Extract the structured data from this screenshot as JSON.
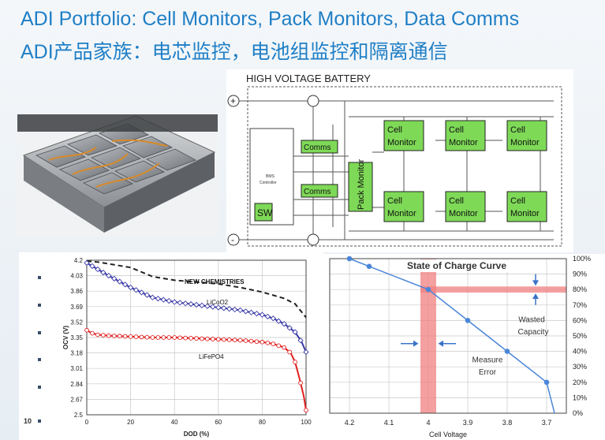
{
  "slide": {
    "title_en": "ADI Portfolio: Cell Monitors, Pack Monitors, Data Comms",
    "title_cn": "ADI产品家族：电芯监控，电池组监控和隔离通信",
    "page_number": "10"
  },
  "diagram": {
    "title": "HIGH VOLTAGE BATTERY",
    "plus": "+",
    "minus": "-",
    "bms_line1": "BMS",
    "bms_line2": "Controller",
    "comms": "Comms",
    "sw": "SW",
    "pack_monitor": "Pack Monitor",
    "cell_line1": "Cell",
    "cell_line2": "Monitor",
    "block_color": "#7ed957"
  },
  "chart_data": [
    {
      "type": "line",
      "xlabel": "DOD (%)",
      "ylabel": "OCV (V)",
      "xlim": [
        0,
        100
      ],
      "ylim": [
        2.5,
        4.2
      ],
      "x_ticks": [
        "0",
        "20",
        "40",
        "60",
        "80",
        "100"
      ],
      "y_ticks": [
        "4.2",
        "4.03",
        "3.86",
        "3.69",
        "3.52",
        "3.35",
        "3.18",
        "3.01",
        "2.84",
        "2.67",
        "2.5"
      ],
      "grid": true,
      "series": [
        {
          "name": "NEW CHEMISTRIES",
          "color": "#222222",
          "style": "dashed",
          "x": [
            0,
            5,
            10,
            20,
            30,
            40,
            50,
            60,
            70,
            80,
            90,
            95,
            100
          ],
          "y": [
            4.19,
            4.18,
            4.16,
            4.12,
            4.02,
            3.98,
            3.96,
            3.94,
            3.9,
            3.85,
            3.78,
            3.72,
            3.57
          ]
        },
        {
          "name": "LiCoO2",
          "color": "#3a3aa8",
          "style": "diamond",
          "x": [
            0,
            5,
            10,
            20,
            30,
            40,
            50,
            60,
            70,
            80,
            85,
            90,
            95,
            98,
            100
          ],
          "y": [
            4.17,
            4.1,
            4.03,
            3.9,
            3.79,
            3.74,
            3.71,
            3.68,
            3.65,
            3.6,
            3.56,
            3.5,
            3.41,
            3.3,
            3.19
          ]
        },
        {
          "name": "LiFePO4",
          "color": "#e02020",
          "style": "circle",
          "x": [
            0,
            2,
            5,
            10,
            20,
            30,
            40,
            50,
            60,
            70,
            80,
            85,
            90,
            93,
            95,
            97,
            99,
            100
          ],
          "y": [
            3.43,
            3.4,
            3.38,
            3.37,
            3.36,
            3.35,
            3.35,
            3.34,
            3.33,
            3.32,
            3.3,
            3.28,
            3.24,
            3.18,
            3.08,
            2.9,
            2.7,
            2.55
          ]
        }
      ]
    },
    {
      "type": "line",
      "title": "State of Charge Curve",
      "xlabel": "Cell Voltage",
      "ylabel": "",
      "x_ticks": [
        "4.2",
        "4.1",
        "4",
        "3.9",
        "3.8",
        "3.7"
      ],
      "y_ticks": [
        "0%",
        "10%",
        "20%",
        "30%",
        "40%",
        "50%",
        "60%",
        "70%",
        "80%",
        "90%",
        "100%"
      ],
      "xlim": [
        4.25,
        3.65
      ],
      "ylim": [
        0,
        100
      ],
      "grid": true,
      "series": [
        {
          "color": "#4a86d8",
          "x": [
            4.2,
            4.15,
            4.0,
            3.9,
            3.8,
            3.7,
            3.68
          ],
          "y": [
            100,
            95,
            80,
            60,
            40,
            20,
            0
          ]
        }
      ],
      "annotations": {
        "wasted_line1": "Wasted",
        "wasted_line2": "Capacity",
        "error_line1": "Measure",
        "error_line2": "Error",
        "band_color": "#f08080"
      }
    }
  ]
}
